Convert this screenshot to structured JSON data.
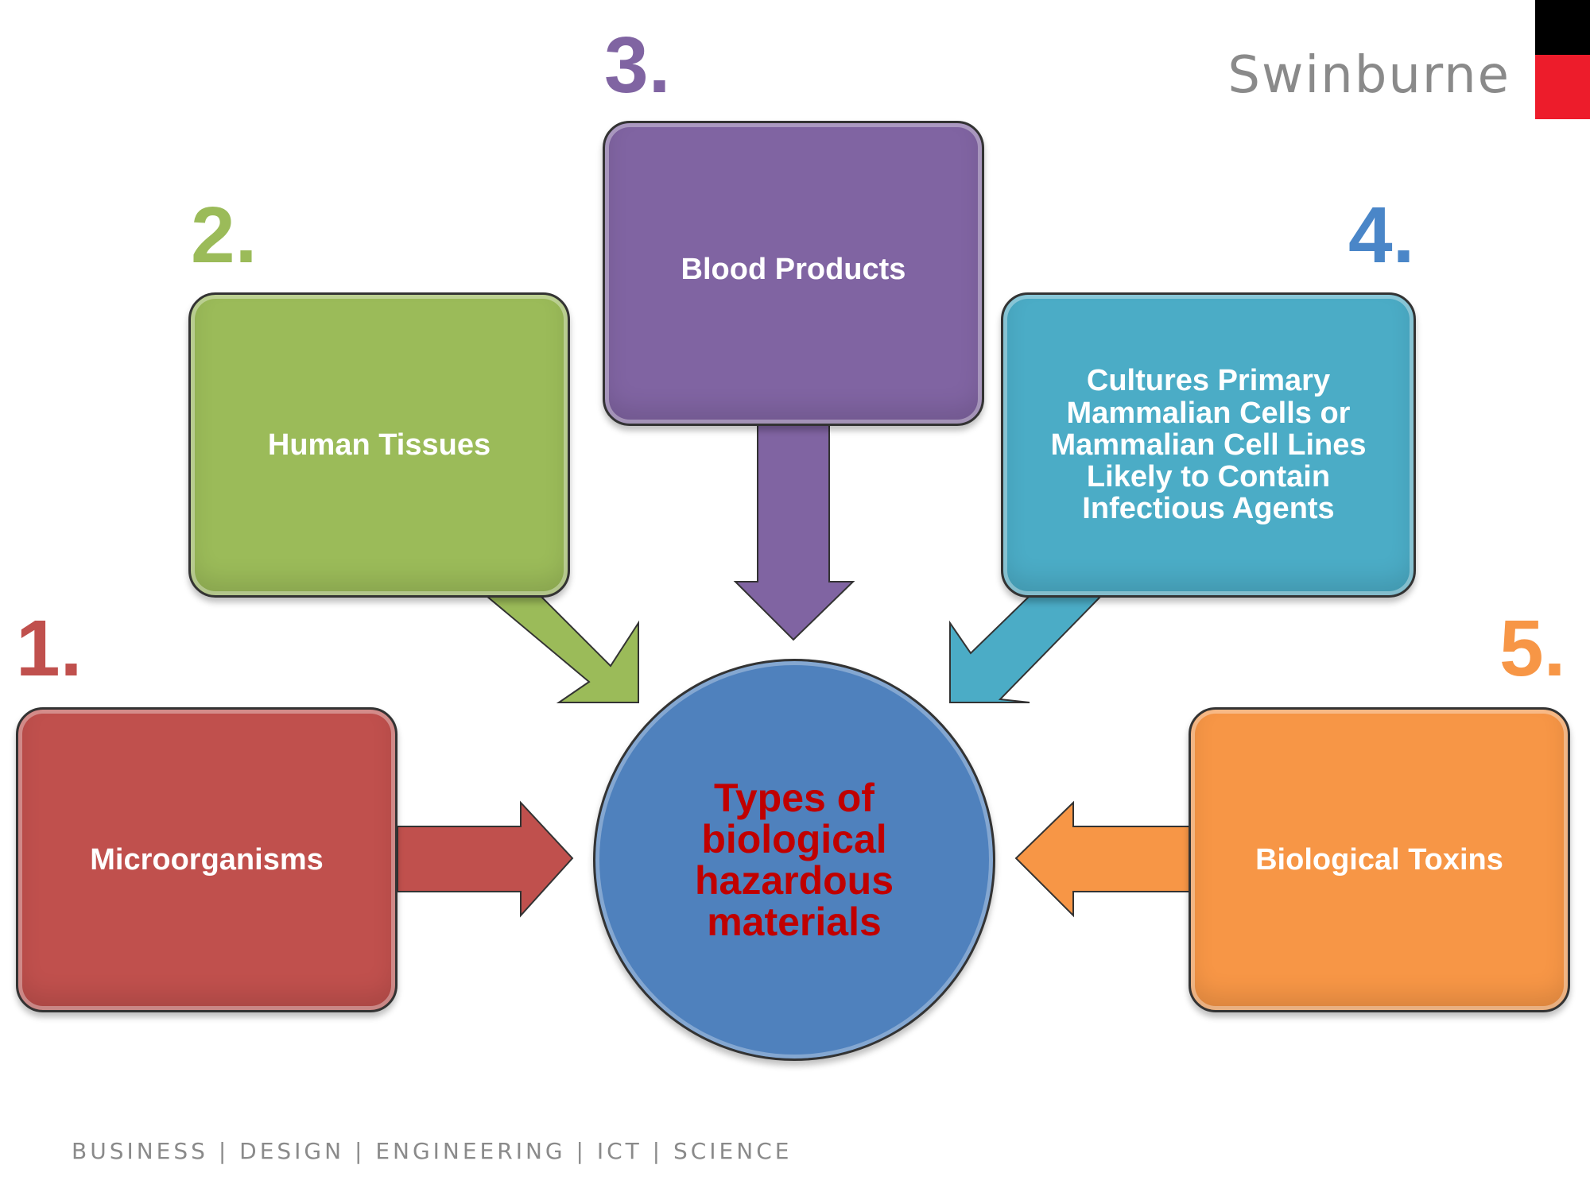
{
  "brand": {
    "name": "Swinburne"
  },
  "footer": {
    "text": "BUSINESS  |  DESIGN  |  ENGINEERING  |  ICT  |  SCIENCE"
  },
  "center": {
    "label": "Types of biological hazardous materials",
    "text_color": "#c00000",
    "fill": "#4f81bd"
  },
  "items": [
    {
      "number": "1.",
      "label": "Microorganisms",
      "color": "#c0504d"
    },
    {
      "number": "2.",
      "label": "Human Tissues",
      "color": "#9bbb59"
    },
    {
      "number": "3.",
      "label": "Blood Products",
      "color": "#8064a2"
    },
    {
      "number": "4.",
      "label": "Cultures Primary Mammalian Cells or Mammalian Cell Lines Likely to Contain Infectious Agents",
      "color": "#4bacc6"
    },
    {
      "number": "5.",
      "label": "Biological Toxins",
      "color": "#f79646"
    }
  ]
}
